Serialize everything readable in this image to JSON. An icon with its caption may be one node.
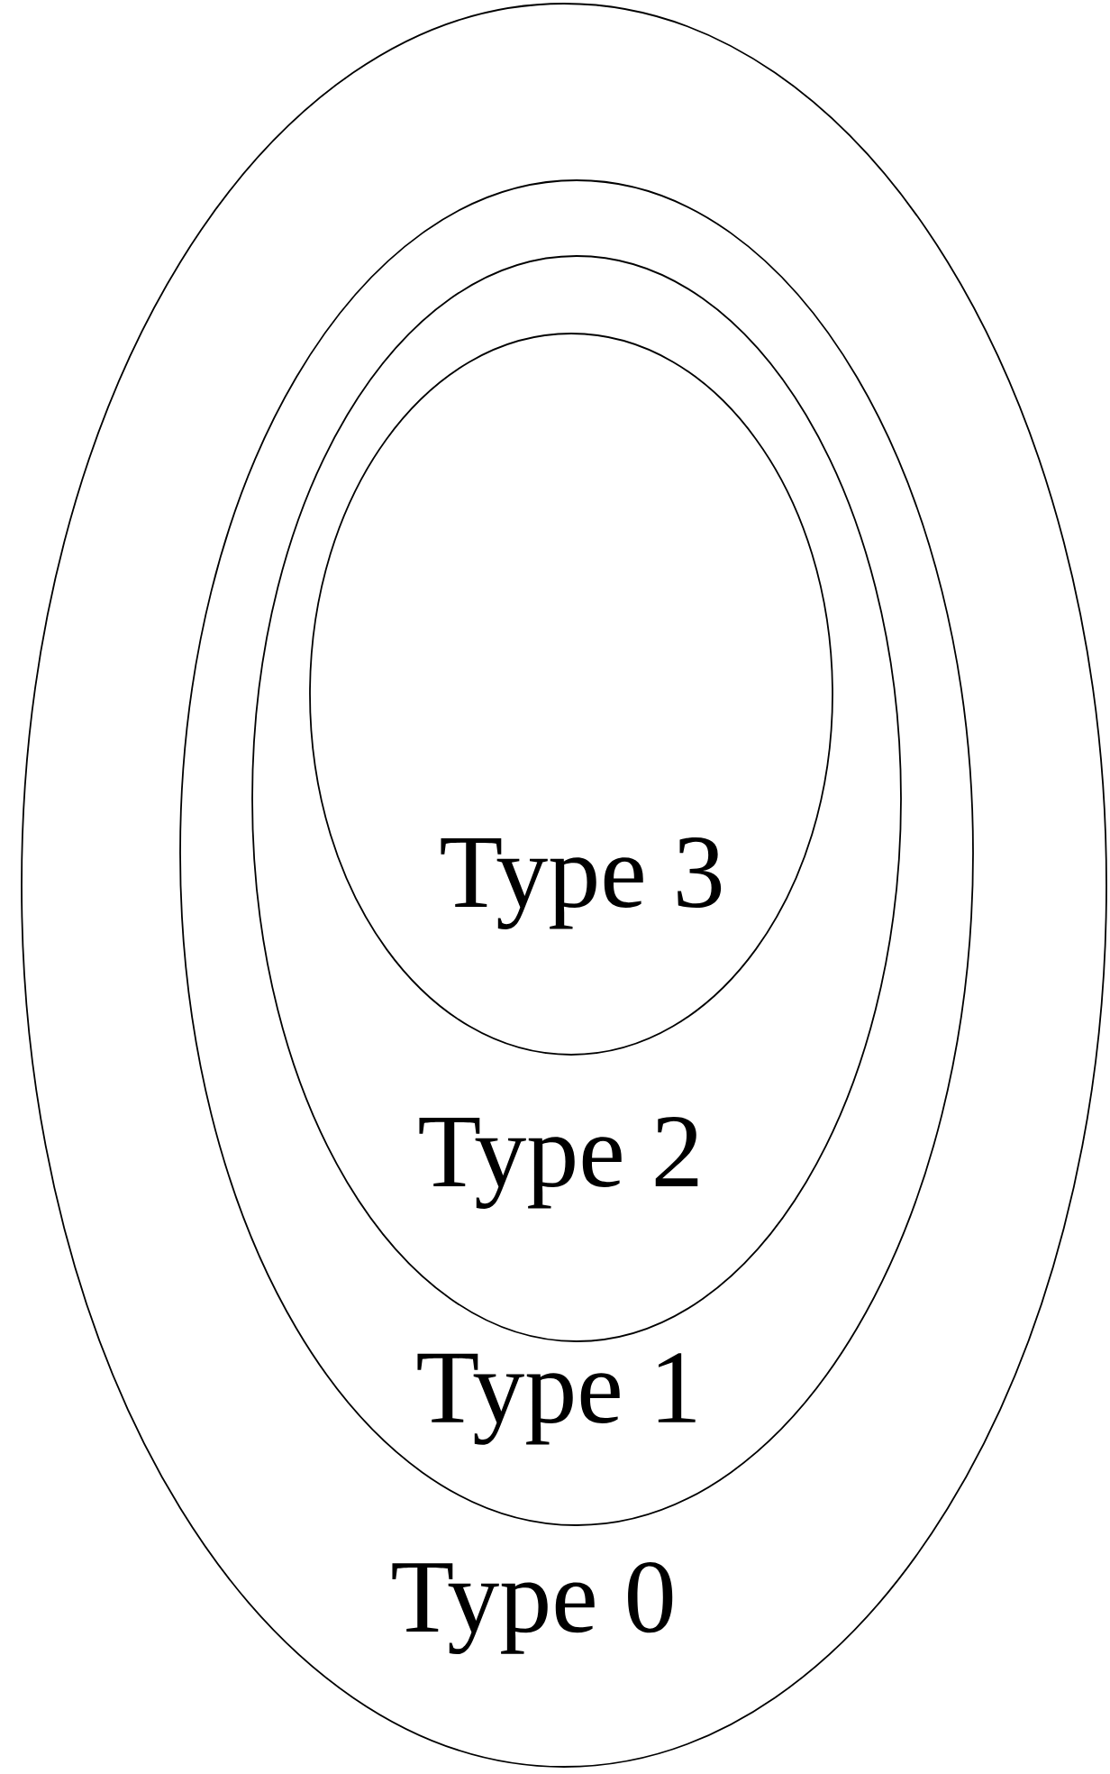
{
  "diagram": {
    "nodes": [
      {
        "text": [
          "Type 0"
        ]
      },
      {
        "text": [
          "Type 1"
        ],
        "in": 0
      },
      {
        "text": [
          "Type 2"
        ],
        "in": 1
      },
      {
        "text": [
          "Type 3"
        ],
        "in": 2
      }
    ]
  }
}
